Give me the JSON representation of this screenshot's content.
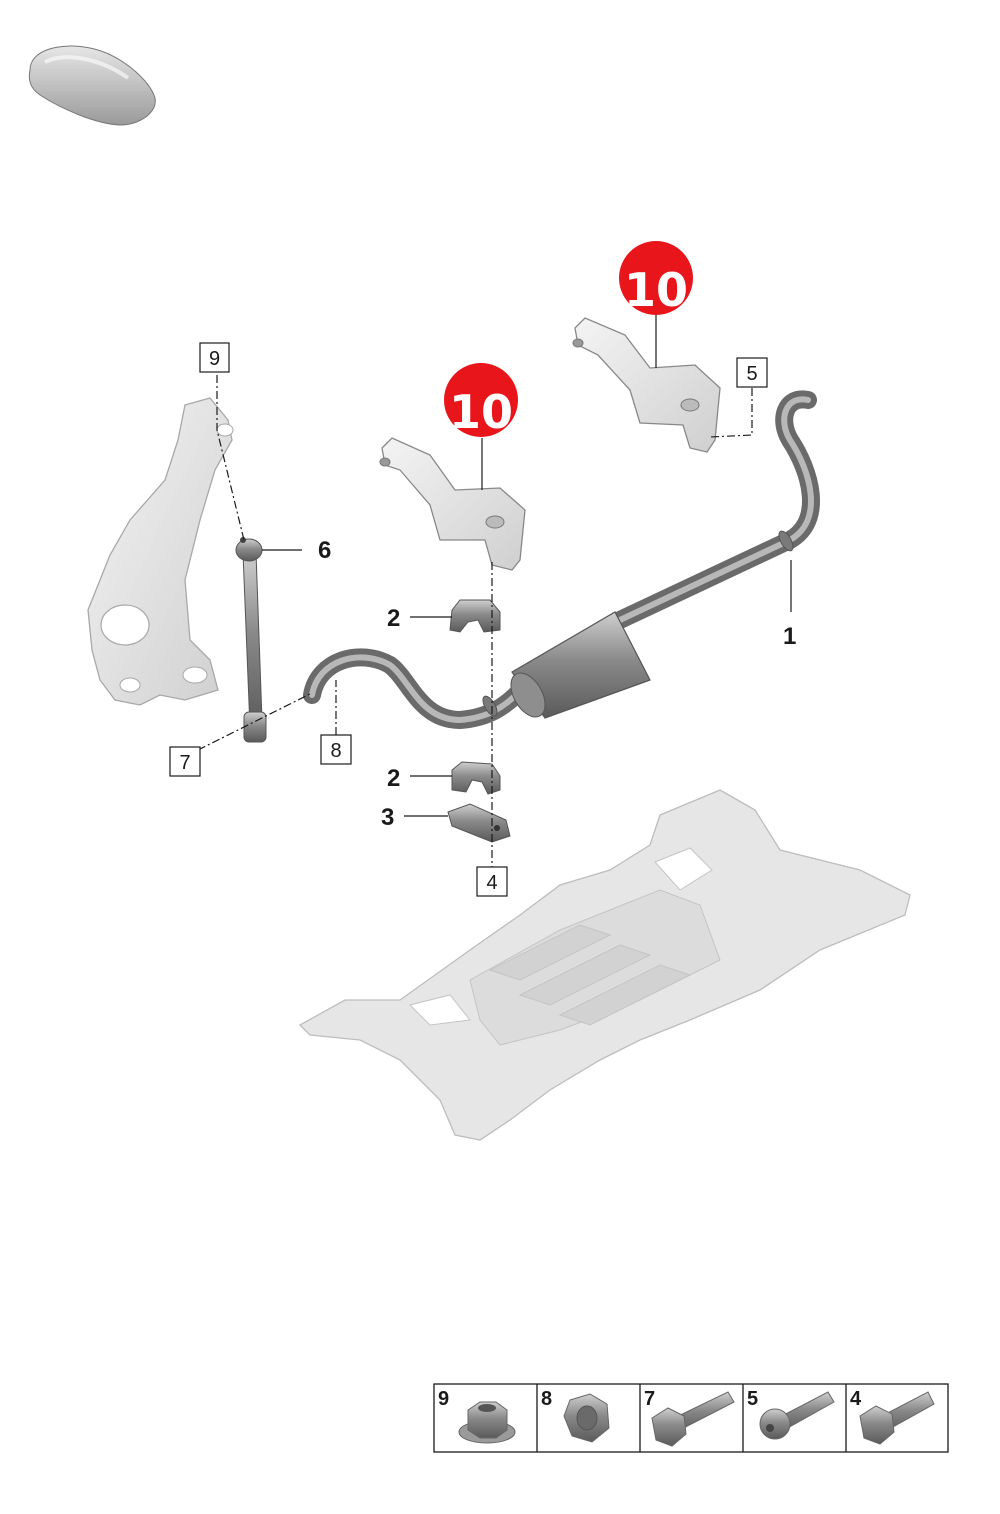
{
  "diagram": {
    "callouts": {
      "stabilizer_bar": "1",
      "bushing_upper": "2",
      "bushing_lower": "2",
      "clamp_plate": "3",
      "coupling_rod": "6",
      "bracket_left": "10",
      "bracket_right": "10",
      "box_bolt_4": "4",
      "box_bolt_5": "5",
      "box_bolt_7": "7",
      "box_nut_8": "8",
      "box_nut_9": "9"
    },
    "highlight_color": "#e8161b",
    "legend": [
      {
        "number": "9",
        "icon": "flange-nut-icon"
      },
      {
        "number": "8",
        "icon": "hex-nut-icon"
      },
      {
        "number": "7",
        "icon": "hex-bolt-icon"
      },
      {
        "number": "5",
        "icon": "torx-bolt-icon"
      },
      {
        "number": "4",
        "icon": "hex-bolt-icon"
      }
    ]
  }
}
